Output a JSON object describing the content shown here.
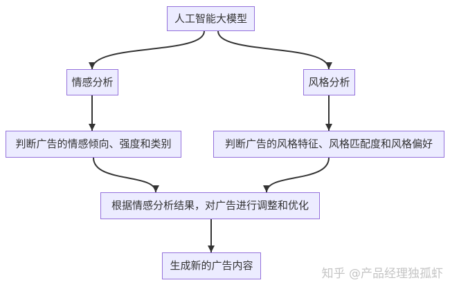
{
  "nodes": {
    "root": "人工智能大模型",
    "emotion_analysis": "情感分析",
    "style_analysis": "风格分析",
    "emotion_judgement": "判断广告的情感倾向、强度和类别",
    "style_judgement": "判断广告的风格特征、风格匹配度和风格偏好",
    "adjust": "根据情感分析结果，对广告进行调整和优化",
    "generate": "生成新的广告内容"
  },
  "watermark": "知乎 @产品经理独孤虾",
  "colors": {
    "node_fill": "#ECECFF",
    "node_stroke": "#9370DB",
    "edge": "#333333",
    "text": "#333333",
    "watermark": "#c4c4c4"
  }
}
